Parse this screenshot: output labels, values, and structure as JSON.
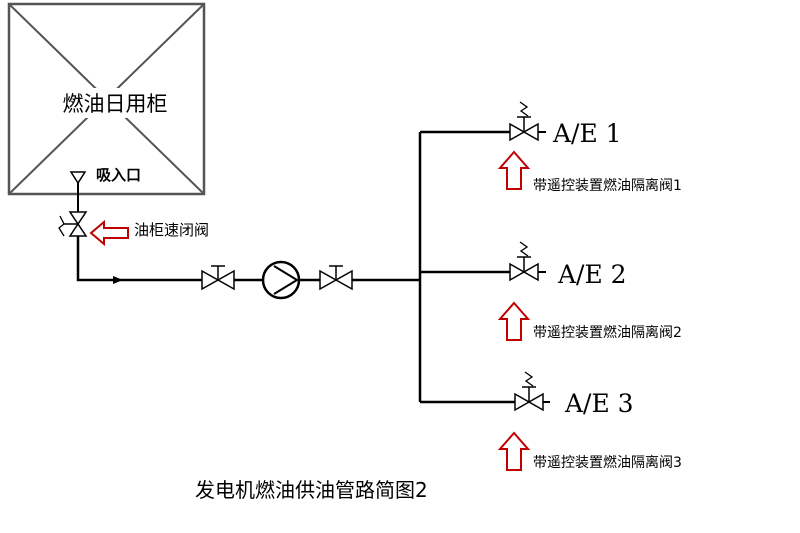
{
  "tank": {
    "label": "燃油日用柜",
    "inlet_label": "吸入口"
  },
  "tank_valve_label": "油柜速闭阀",
  "branches": [
    {
      "engine": "A/E 1",
      "valve_label": "带遥控装置燃油隔离阀1"
    },
    {
      "engine": "A/E 2",
      "valve_label": "带遥控装置燃油隔离阀2"
    },
    {
      "engine": "A/E 3",
      "valve_label": "带遥控装置燃油隔离阀3"
    }
  ],
  "caption": "发电机燃油供油管路简图2",
  "colors": {
    "line": "#000000",
    "arrow": "#c00000",
    "tank_stroke": "#555555"
  }
}
